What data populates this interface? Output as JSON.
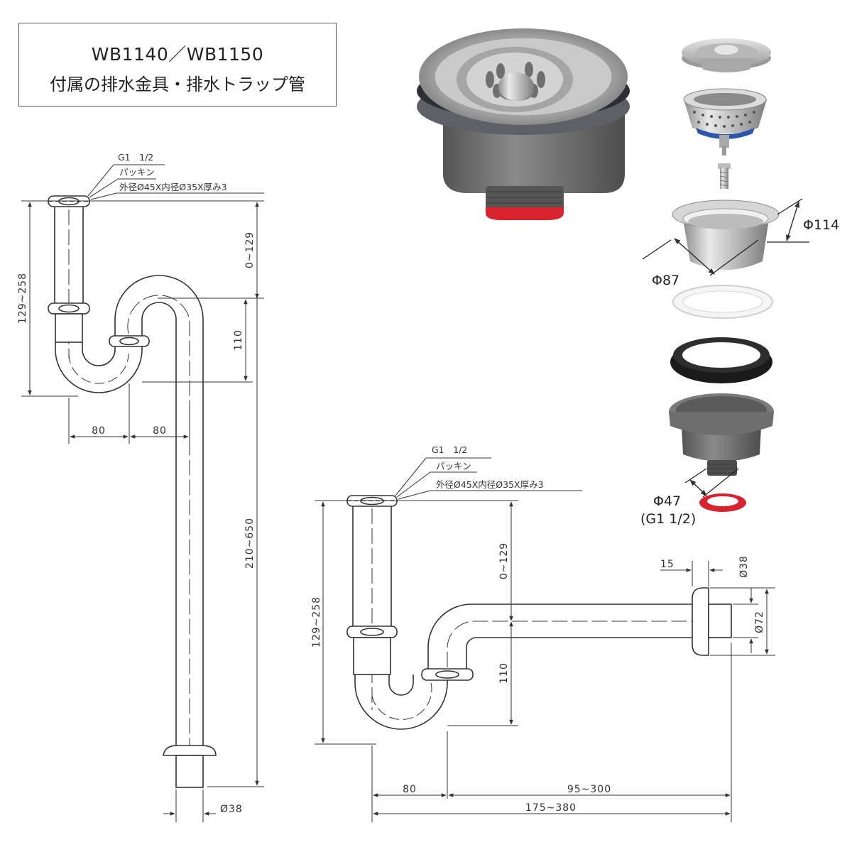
{
  "title": {
    "line1": "WB1140／WB1150",
    "line2": "付属の排水金具・排水トラップ管"
  },
  "s_trap": {
    "thread_label": "G1　1/2",
    "packing_label": "パッキン",
    "packing_spec": "外径Ø45X内径Ø35X厚み3",
    "dim_top_adjust": "0~129",
    "dim_total_upper": "129~258",
    "dim_trap_depth": "110",
    "dim_width_left": "80",
    "dim_width_right": "80",
    "dim_vertical": "210~650",
    "dim_outlet": "Ø38"
  },
  "p_trap": {
    "thread_label": "G1　1/2",
    "packing_label": "パッキン",
    "packing_spec": "外径Ø45X内径Ø35X厚み3",
    "dim_top_adjust": "0~129",
    "dim_total_upper": "129~258",
    "dim_trap_depth": "110",
    "dim_flange_depth": "15",
    "dim_pipe_dia": "Ø38",
    "dim_flange_dia": "Ø72",
    "dim_width_left": "80",
    "dim_width_right": "95~300",
    "dim_total_width": "175~380"
  },
  "strainer": {
    "dia_flange": "Φ114",
    "dia_body": "Φ87",
    "dia_outlet": "Φ47",
    "outlet_thread": "(G1 1/2)"
  },
  "colors": {
    "line": "#333333",
    "steel": "#c8c8c8",
    "gray_body": "#6b6b6b",
    "red_gasket": "#d8232f",
    "blue_ring": "#2b57a8",
    "black_seal": "#1a1a1a"
  }
}
